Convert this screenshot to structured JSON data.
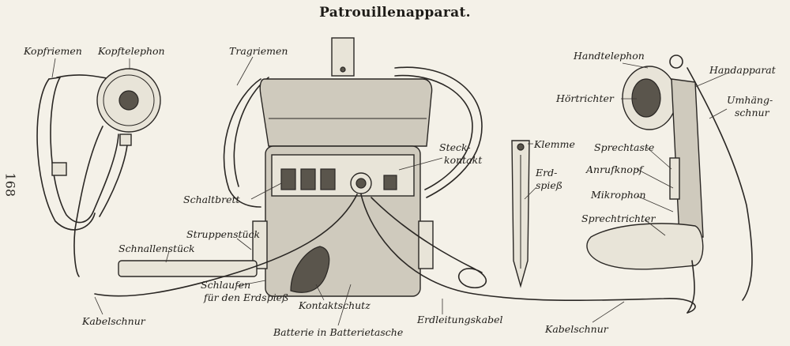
{
  "title": "Patrouillenapparat.",
  "page_number": "168",
  "labels": {
    "kopfriemen": "Kopfriemen",
    "kopftelephon": "Kopftelephon",
    "tragriemen": "Tragriemen",
    "handtelephon": "Handtelephon",
    "handapparat": "Handapparat",
    "hoertrichter": "Hörtrichter",
    "umhaengschnur_1": "Umhäng-",
    "umhaengschnur_2": "schnur",
    "steckkontakt_1": "Steck-",
    "steckkontakt_2": "kontakt",
    "klemme": "Klemme",
    "sprechtaste": "Sprechtaste",
    "erdspiess_1": "Erd-",
    "erdspiess_2": "spieß",
    "anrufknopf": "Anrufknopf",
    "schaltbrett": "Schaltbrett",
    "mikrophon": "Mikrophon",
    "sprechtrichter": "Sprechtrichter",
    "struppenstueck": "Struppenstück",
    "schnallenstueck": "Schnallenstück",
    "schlaufen_1": "Schlaufen",
    "schlaufen_2": "für den Erdspieß",
    "kontaktschutz": "Kontaktschutz",
    "kabelschnur_left": "Kabelschnur",
    "erdleitungskabel": "Erdleitungskabel",
    "kabelschnur_right": "Kabelschnur",
    "batterie": "Batterie in Batterietasche"
  }
}
